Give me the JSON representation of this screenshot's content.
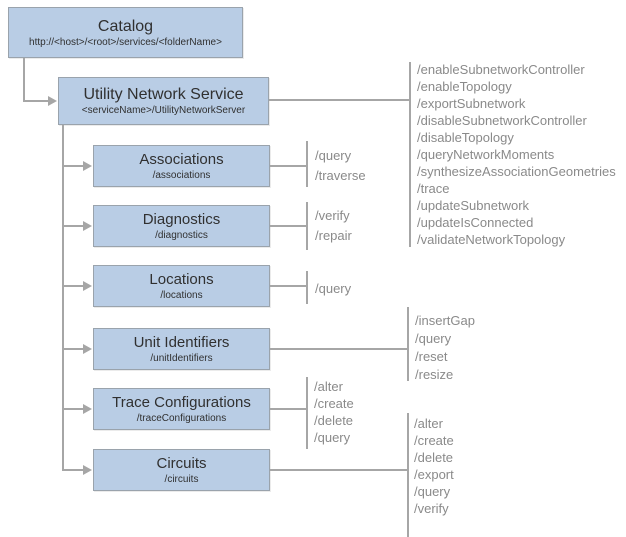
{
  "colors": {
    "box_fill": "#b9cde5",
    "box_border": "#9aa3ac",
    "line": "#a6a6a6",
    "title_text": "#303030",
    "ops_text": "#8a8a8a",
    "bg": "#ffffff"
  },
  "nodes": {
    "catalog": {
      "title": "Catalog",
      "subtitle": "http://<host>/<root>/services/<folderName>"
    },
    "service": {
      "title": "Utility Network Service",
      "subtitle": "<serviceName>/UtilityNetworkServer",
      "ops": [
        "/enableSubnetworkController",
        "/enableTopology",
        "/exportSubnetwork",
        "/disableSubnetworkController",
        "/disableTopology",
        "/queryNetworkMoments",
        "/synthesizeAssociationGeometries",
        "/trace",
        "/updateSubnetwork",
        "/updateIsConnected",
        "/validateNetworkTopology"
      ]
    },
    "associations": {
      "title": "Associations",
      "subtitle": "/associations",
      "ops": [
        "/query",
        "/traverse"
      ]
    },
    "diagnostics": {
      "title": "Diagnostics",
      "subtitle": "/diagnostics",
      "ops": [
        "/verify",
        "/repair"
      ]
    },
    "locations": {
      "title": "Locations",
      "subtitle": "/locations",
      "ops": [
        "/query"
      ]
    },
    "unitIdentifiers": {
      "title": "Unit Identifiers",
      "subtitle": "/unitIdentifiers",
      "ops": [
        "/insertGap",
        "/query",
        "/reset",
        "/resize"
      ]
    },
    "traceConfigurations": {
      "title": "Trace Configurations",
      "subtitle": "/traceConfigurations",
      "ops": [
        "/alter",
        "/create",
        "/delete",
        "/query"
      ]
    },
    "circuits": {
      "title": "Circuits",
      "subtitle": "/circuits",
      "ops": [
        "/alter",
        "/create",
        "/delete",
        "/export",
        "/query",
        "/verify"
      ]
    }
  }
}
